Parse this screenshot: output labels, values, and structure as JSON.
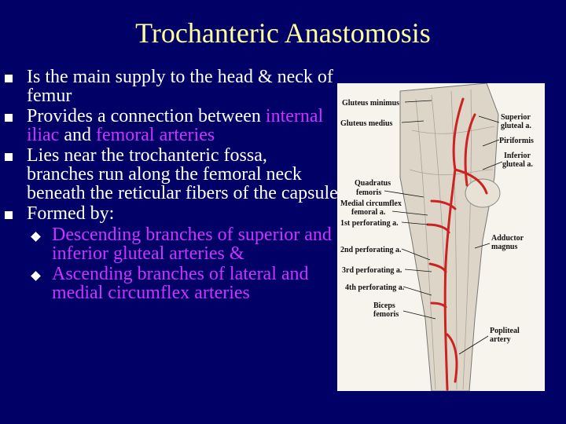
{
  "title": "Trochanteric Anastomosis",
  "bullets": {
    "b1": "Is the main supply to the head & neck of femur",
    "b2_part1": "Provides a connection between ",
    "b2_part2": "internal iliac",
    "b2_part3": " and ",
    "b2_part4": "femoral arteries",
    "b3": "Lies near the trochanteric fossa, branches run along the femoral neck beneath the reticular fibers of the capsule",
    "b4": "Formed by:",
    "sub1": "Descending branches of superior and inferior gluteal arteries &",
    "sub2": "Ascending branches of lateral and medial circumflex arteries"
  },
  "figure_labels": {
    "gluteus_minimus": "Gluteus minimus",
    "gluteus_medius": "Gluteus medius",
    "quadratus": "Quadratus",
    "femoris1": "femoris",
    "medial_circumflex": "Medial circumflex",
    "femoral_a": "femoral a.",
    "first_perf": "1st perforating a.",
    "second_perf": "2nd perforating a.",
    "third_perf": "3rd perforating a.",
    "fourth_perf": "4th perforating a.",
    "biceps": "Biceps",
    "femoris2": "femoris",
    "superior": "Superior",
    "gluteal_a1": "gluteal a.",
    "piriformis": "Piriformis",
    "inferior": "Inferior",
    "gluteal_a2": "gluteal a.",
    "adductor": "Adductor",
    "magnus": "magnus",
    "popliteal": "Popliteal",
    "artery": "artery"
  },
  "colors": {
    "background": "#000066",
    "title": "#ffff99",
    "text": "#ffffff",
    "highlight": "#cc33ff",
    "artery": "#cc2222"
  }
}
